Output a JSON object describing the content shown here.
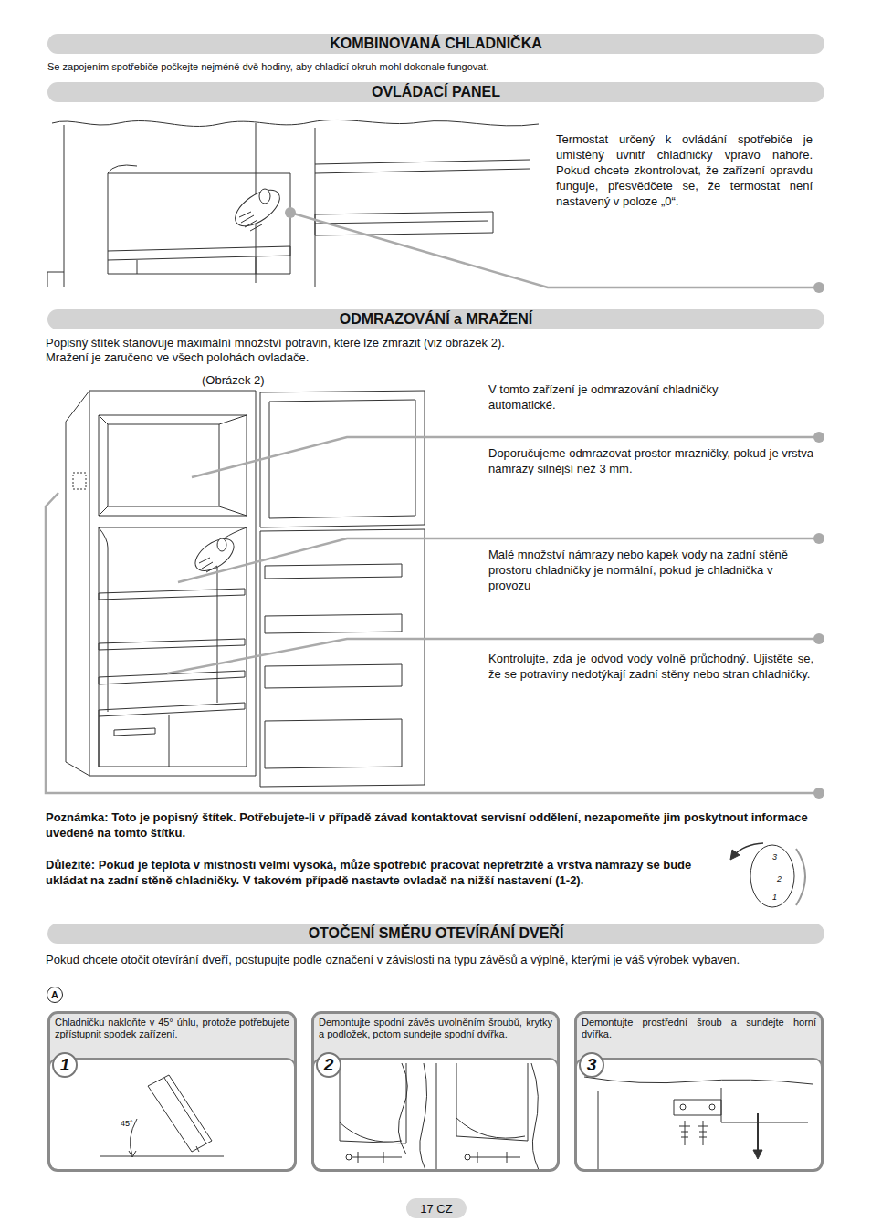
{
  "diagram": {
    "nodes": [
      {
        "text": [
          "KOMBINOVANÁ CHLADNIČKA"
        ]
      },
      {
        "text": [
          "OVLÁDACÍ PANEL"
        ]
      },
      {
        "text": [
          "ODMRAZOVÁNÍ a MRAŽENÍ"
        ]
      },
      {
        "text": [
          "OTOČENÍ SMĚRU OTEVÍRÁNÍ DVEŘÍ"
        ]
      },
      {
        "text": [
          "A"
        ]
      },
      {
        "text": [
          "Chladničku nakloňte v 45° úhlu, protože potřebujete zpřístupnit spodek zařízení."
        ]
      },
      {
        "text": [
          "1"
        ],
        "in": 5
      },
      {
        "text": [
          "Demontujte spodní závěs uvolněním šroubů, krytky a podložek, potom sundejte spodní dvířka."
        ]
      },
      {
        "text": [
          "2"
        ],
        "in": 7
      },
      {
        "text": [
          "Demontujte prostřední šroub a sundejte horní dvířka."
        ]
      },
      {
        "text": [
          "3"
        ],
        "in": 9
      },
      {
        "text": [
          "17 CZ"
        ]
      }
    ],
    "labels": [
      "Se zapojením spotřebiče počkejte nejméně dvě hodiny, aby chladicí okruh mohl dokonale fungovat.",
      "Termostat určený k ovládání spotřebiče je umístěný uvnitř chladničky vpravo nahoře. Pokud chcete zkontrolovat, že zařízení opravdu funguje, přesvědčete se, že termostat není nastavený v poloze „0“.",
      "Popisný štítek stanovuje maximální množství potravin, které lze zmrazit (viz obrázek 2).",
      "Mražení je zaručeno ve všech polohách ovladače.",
      "(Obrázek 2)",
      "V tomto zařízení je odmrazování chladničky automatické.",
      "Doporučujeme odmrazovat prostor mrazničky, pokud je vrstva námrazy silnější než 3 mm.",
      "Malé množství námrazy nebo kapek vody na zadní stěně prostoru chladničky je normální, pokud je chladnička v provozu",
      "Kontrolujte, zda je odvod vody volně průchodný. Ujistěte se, že se potraviny nedotýkají zadní stěny nebo stran chladničky.",
      "Poznámka: Toto je popisný štítek. Potřebujete-li v případě závad kontaktovat servisní oddělení, nezapomeňte jim poskytnout informace uvedené na tomto štítku.",
      "Důležité: Pokud je teplota v místnosti velmi vysoká, může spotřebič pracovat nepřetržitě a vrstva námrazy se bude ukládat na zadní stěně chladničky. V takovém případě nastavte ovladač na nižší nastavení (1-2).",
      "3",
      "2",
      "1",
      "Pokud chcete otočit otevírání dveří, postupujte podle označení v závislosti na typu závěsů a výplně, kterými je váš výrobek vybaven.",
      "45°"
    ]
  }
}
